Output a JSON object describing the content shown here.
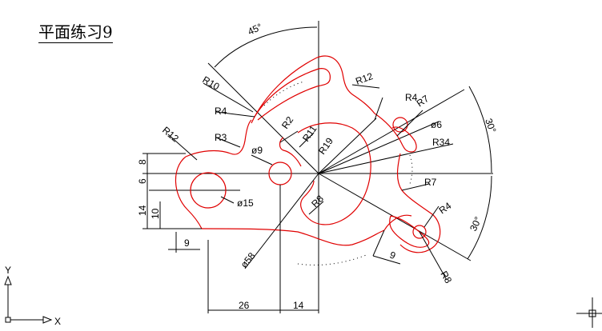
{
  "title": "平面练习9",
  "axes": {
    "x": "X",
    "y": "Y"
  },
  "colors": {
    "geometry": "#e00000",
    "dimension": "#000000",
    "center": "#000000"
  },
  "icons": [
    "ucs-icon",
    "crosshair-cursor-icon"
  ],
  "dimensions": {
    "ang45": "45°",
    "ang30a": "30°",
    "ang30b": "30°",
    "r10": "R10",
    "r4a": "R4",
    "r12a": "R12",
    "r12b": "R12",
    "r4b": "R4",
    "r7a": "R7",
    "r3": "R3",
    "r2": "R2",
    "r11": "R11",
    "phi9": "ø9",
    "r19": "R19",
    "phi6": "ø6",
    "r34": "R34",
    "r7b": "R7",
    "r8a": "R8",
    "phi15": "ø15",
    "r4c": "R4",
    "phi58": "ø58",
    "r8b": "R8",
    "d8": "8",
    "d6": "6",
    "d14": "14",
    "d10": "10",
    "d9a": "9",
    "d9b": "9",
    "d26": "26",
    "d14b": "14"
  }
}
